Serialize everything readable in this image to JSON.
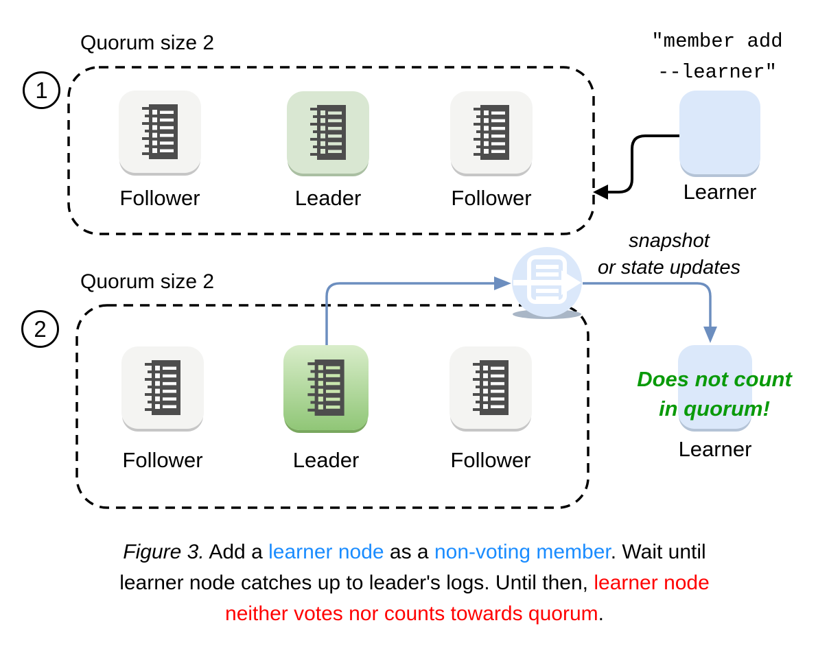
{
  "figure": {
    "panel1": {
      "badge": "1",
      "quorum_label": "Quorum size 2",
      "node1_label": "Follower",
      "node2_label": "Leader",
      "node3_label": "Follower",
      "learner_label": "Learner",
      "command_line1": "\"member add",
      "command_line2": "--learner\""
    },
    "panel2": {
      "badge": "2",
      "quorum_label": "Quorum size 2",
      "node1_label": "Follower",
      "node2_label": "Leader",
      "node3_label": "Follower",
      "learner_label": "Learner",
      "transfer_line1": "snapshot",
      "transfer_line2": "or state updates",
      "note_line1": "Does not count",
      "note_line2": "in quorum!"
    }
  },
  "caption": {
    "lines": [
      {
        "spans": [
          {
            "text": "Figure 3.",
            "color": "#000000",
            "italic": true
          },
          {
            "text": " Add a ",
            "color": "#000000"
          },
          {
            "text": "learner node",
            "color": "#1a8cff"
          },
          {
            "text": " as a ",
            "color": "#000000"
          },
          {
            "text": "non-voting member",
            "color": "#1a8cff"
          },
          {
            "text": ". Wait until",
            "color": "#000000"
          }
        ]
      },
      {
        "spans": [
          {
            "text": "learner node catches up to leader's logs. Until then, ",
            "color": "#000000"
          },
          {
            "text": "learner node",
            "color": "#ff0000"
          }
        ]
      },
      {
        "spans": [
          {
            "text": "neither votes nor counts towards quorum",
            "color": "#ff0000"
          },
          {
            "text": ".",
            "color": "#000000"
          }
        ]
      }
    ]
  },
  "colors": {
    "follower_fill": "#f4f4f2",
    "leader_flat_fill": "#d9e7d2",
    "leader_gradient_top": "#d9edca",
    "leader_gradient_bottom": "#90c677",
    "learner_fill": "#dbe8fa",
    "transfer_circle_fill": "#dbe8fa",
    "connector_blue": "#6c8ebf",
    "arrow_black": "#000000",
    "caption_blue": "#1a8cff",
    "caption_red": "#ff0000",
    "note_green": "#0a9a0a",
    "icon_slab_gray": "#4d4d4d"
  },
  "icons": [
    "log-ledger-icon",
    "snapshot-transfer-icon",
    "add-learner-arrow",
    "leader-to-snapshot-connector",
    "snapshot-to-learner-connector",
    "step-1-badge",
    "step-2-badge"
  ]
}
